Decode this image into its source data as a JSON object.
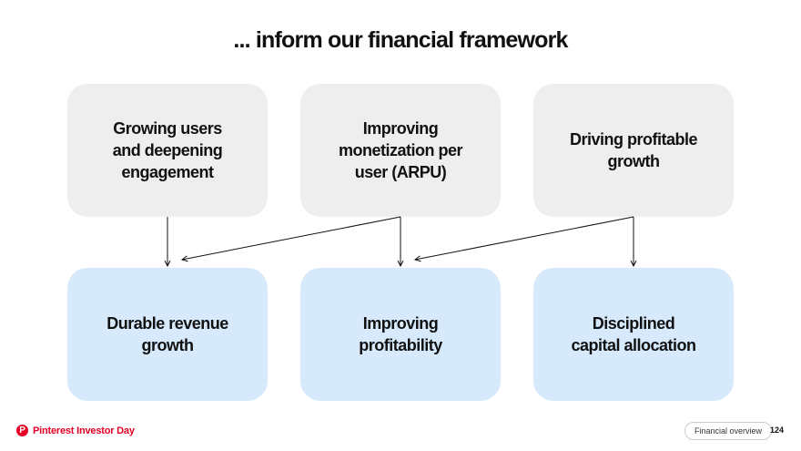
{
  "title": "... inform our financial framework",
  "drivers": [
    {
      "label": "Growing users\nand deepening\nengagement"
    },
    {
      "label": "Improving\nmonetization per\nuser (ARPU)"
    },
    {
      "label": "Driving profitable\ngrowth"
    }
  ],
  "outcomes": [
    {
      "label": "Durable revenue\ngrowth"
    },
    {
      "label": "Improving\nprofitability"
    },
    {
      "label": "Disciplined\ncapital allocation"
    }
  ],
  "connections": [
    {
      "from": "Growing users and deepening engagement",
      "to": "Durable revenue growth"
    },
    {
      "from": "Improving monetization per user (ARPU)",
      "to": "Durable revenue growth"
    },
    {
      "from": "Improving monetization per user (ARPU)",
      "to": "Improving profitability"
    },
    {
      "from": "Driving profitable growth",
      "to": "Improving profitability"
    },
    {
      "from": "Driving profitable growth",
      "to": "Disciplined capital allocation"
    }
  ],
  "footer": {
    "brand": "Pinterest Investor Day",
    "logo_icon": "pinterest-logo-icon",
    "section": "Financial overview",
    "page": "124"
  },
  "colors": {
    "driver_box": "#eeeeee",
    "outcome_box": "#d7eafc",
    "brand_red": "#e60023"
  }
}
